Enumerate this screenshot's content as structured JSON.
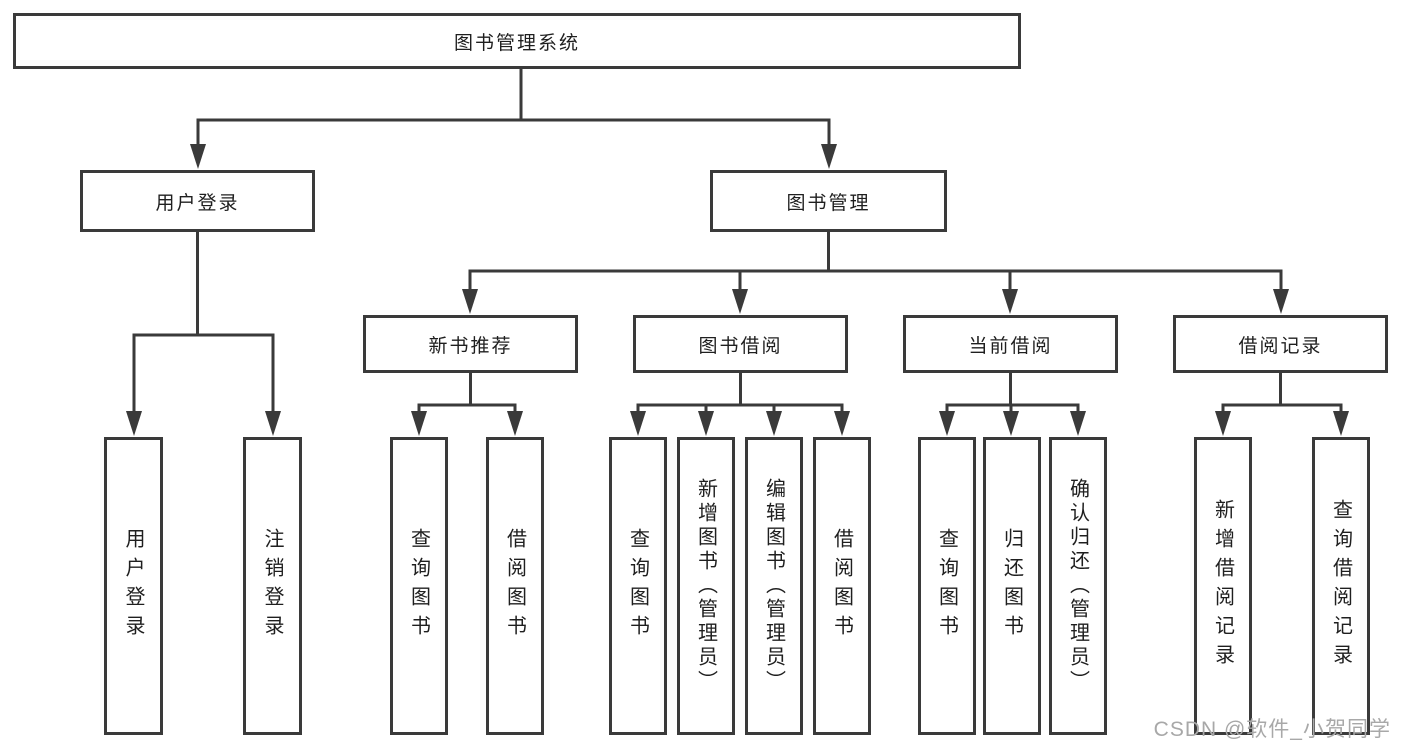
{
  "tree": {
    "label": "图书管理系统",
    "children": [
      {
        "label": "用户登录",
        "children": [
          {
            "label": "用户登录"
          },
          {
            "label": "注销登录"
          }
        ]
      },
      {
        "label": "图书管理",
        "children": [
          {
            "label": "新书推荐",
            "children": [
              {
                "label": "查询图书"
              },
              {
                "label": "借阅图书"
              }
            ]
          },
          {
            "label": "图书借阅",
            "children": [
              {
                "label": "查询图书"
              },
              {
                "label": "新增图书（管理员）"
              },
              {
                "label": "编辑图书（管理员）"
              },
              {
                "label": "借阅图书"
              }
            ]
          },
          {
            "label": "当前借阅",
            "children": [
              {
                "label": "查询图书"
              },
              {
                "label": "归还图书"
              },
              {
                "label": "确认归还（管理员）"
              }
            ]
          },
          {
            "label": "借阅记录",
            "children": [
              {
                "label": "新增借阅记录"
              },
              {
                "label": "查询借阅记录"
              }
            ]
          }
        ]
      }
    ]
  },
  "watermark": "CSDN @软件_小贺同学",
  "colors": {
    "line": "#3a3a3a",
    "text": "#1f1f1f",
    "watermark": "#a8a8a8",
    "background": "#ffffff"
  }
}
